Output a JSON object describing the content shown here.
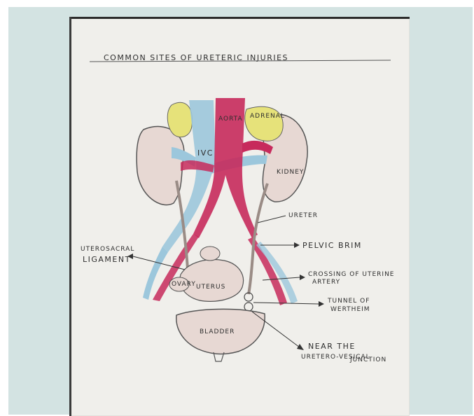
{
  "title": "COMMON SITES OF URETERIC INJURIES",
  "organs": {
    "ivc": "IVC",
    "aorta": "AORTA",
    "adrenal": "ADRENAL",
    "kidney": "KIDNEY",
    "ovary": "OVARY",
    "uterus": "UTERUS",
    "bladder": "BLADDER"
  },
  "labels": {
    "ureter": "URETER",
    "pelvic_brim": "PELVIC BRIM",
    "uterosacral_line1": "UTEROSACRAL",
    "uterosacral_line2": "LIGAMENT",
    "crossing_line1": "CROSSING OF UTERINE",
    "crossing_line2": "ARTERY",
    "tunnel_line1": "TUNNEL OF",
    "tunnel_line2": "WERTHEIM",
    "near_line1": "NEAR THE",
    "near_line2": "URETERO-VESICAL",
    "near_line3": "JUNCTION"
  },
  "colors": {
    "background": "#d3e3e2",
    "paper": "#f0efeb",
    "vein_blue": "#9cc7dc",
    "artery_red": "#c72a5c",
    "adrenal_yellow": "#e6e27a",
    "kidney_fill": "#e7d8d3",
    "ink": "#2e2e2e"
  }
}
